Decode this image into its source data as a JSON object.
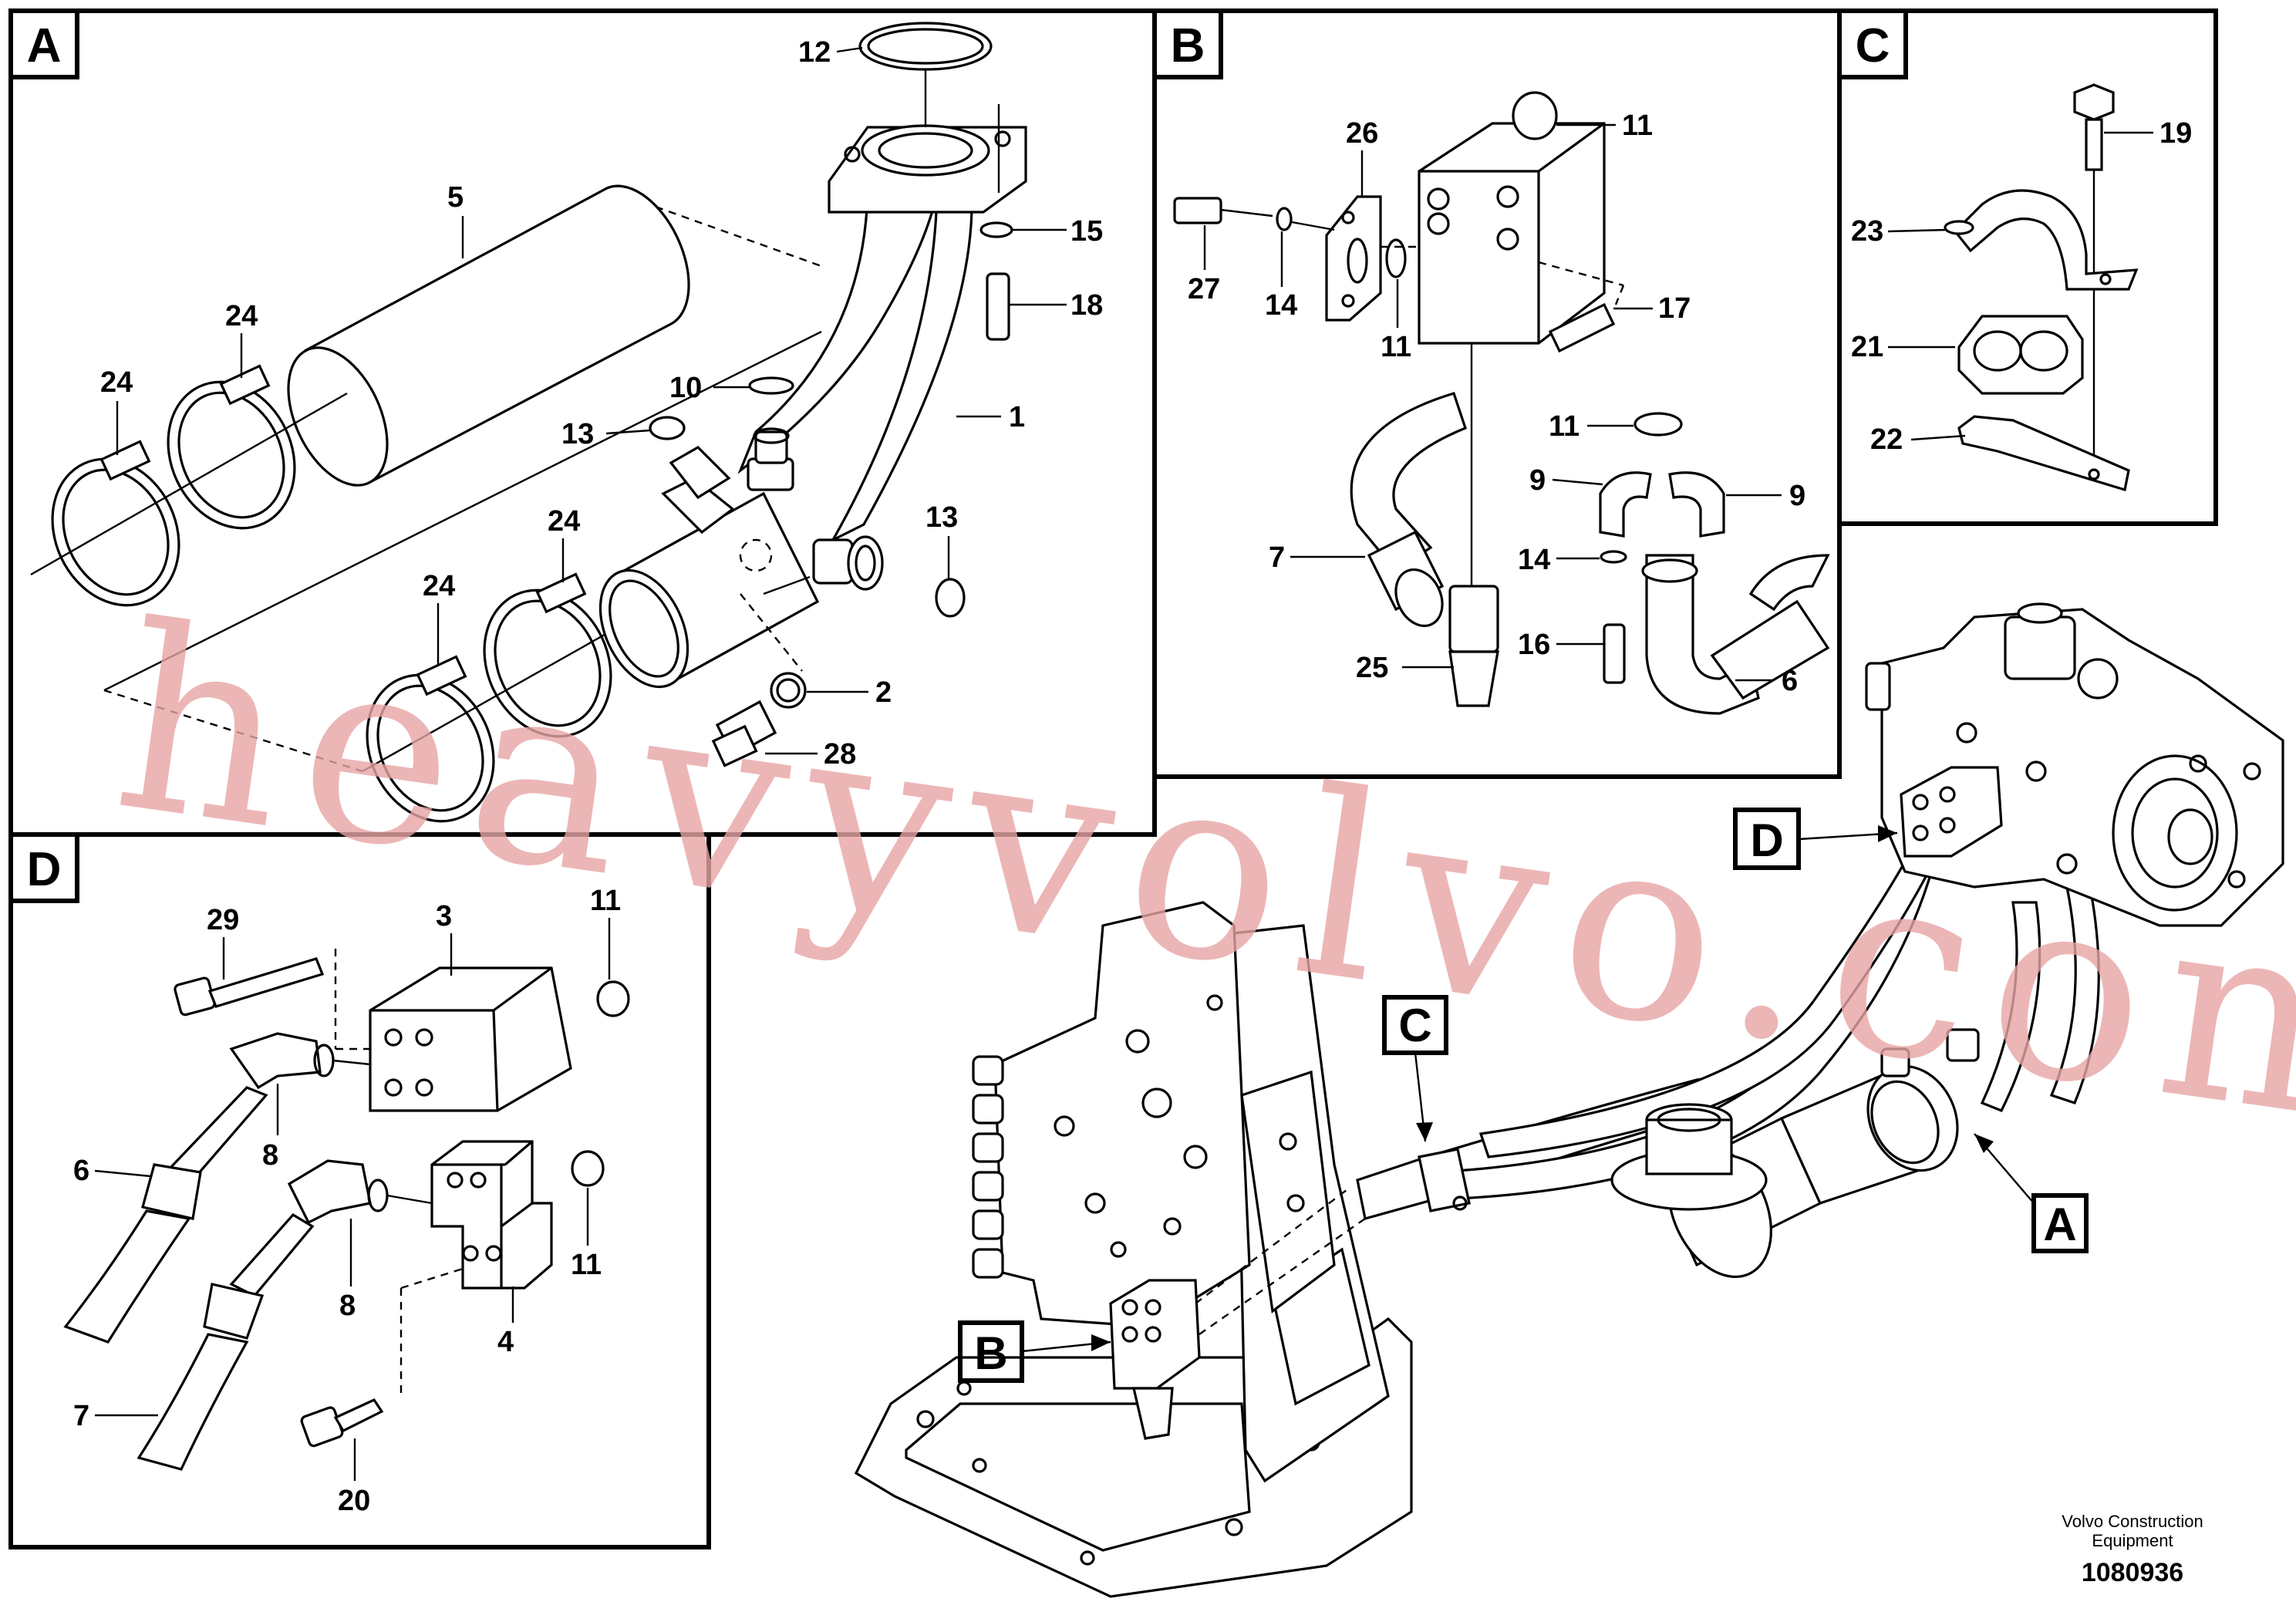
{
  "panels": {
    "a": {
      "letter": "A",
      "labels": {
        "p12": "12",
        "p5": "5",
        "p15": "15",
        "p18": "18",
        "p24a": "24",
        "p24b": "24",
        "p24c": "24",
        "p24d": "24",
        "p10": "10",
        "p13a": "13",
        "p1": "1",
        "p13b": "13",
        "p2": "2",
        "p28": "28"
      }
    },
    "b": {
      "letter": "B",
      "labels": {
        "p26": "26",
        "p11a": "11",
        "p27": "27",
        "p14a": "14",
        "p11b": "11",
        "p17": "17",
        "p11c": "11",
        "p9a": "9",
        "p9b": "9",
        "p7": "7",
        "p14b": "14",
        "p16": "16",
        "p25": "25",
        "p6": "6"
      }
    },
    "c": {
      "letter": "C",
      "labels": {
        "p19": "19",
        "p23": "23",
        "p21": "21",
        "p22": "22"
      }
    },
    "d": {
      "letter": "D",
      "labels": {
        "p29": "29",
        "p3": "3",
        "p11a": "11",
        "p6": "6",
        "p8a": "8",
        "p7": "7",
        "p8b": "8",
        "p11b": "11",
        "p4": "4",
        "p20": "20"
      }
    }
  },
  "references": {
    "a": "A",
    "b": "B",
    "c": "C",
    "d": "D"
  },
  "watermark": "heavyvolvo.com",
  "credit": {
    "line1": "Volvo Construction",
    "line2": "Equipment"
  },
  "document_number": "1080936"
}
